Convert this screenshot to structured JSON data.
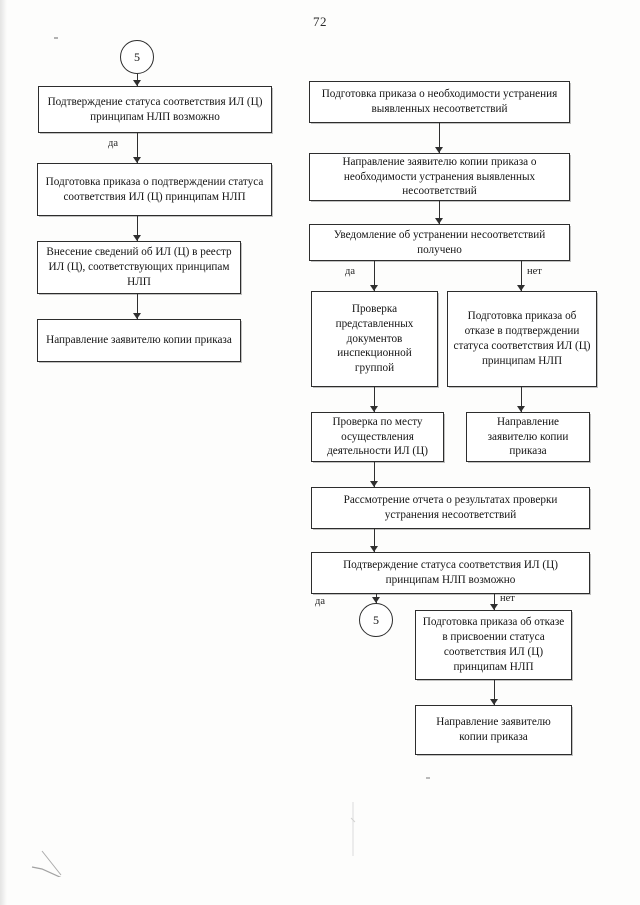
{
  "document": {
    "page_number": "72",
    "type": "flowchart",
    "language": "ru"
  },
  "connectors": {
    "top_left": "5",
    "bottom_right": "5"
  },
  "edge_labels": {
    "yes": "да",
    "no": "нет"
  },
  "left_column": {
    "nodes": [
      {
        "id": "l1",
        "text": "Подтверждение статуса соответствия ИЛ (Ц) принципам НЛП возможно"
      },
      {
        "id": "l2",
        "text": "Подготовка приказа о подтверждении статуса соответствия ИЛ (Ц) принципам НЛП"
      },
      {
        "id": "l3",
        "text": "Внесение сведений об ИЛ (Ц) в реестр ИЛ (Ц), соответствующих принципам НЛП"
      },
      {
        "id": "l4",
        "text": "Направление заявителю копии приказа"
      }
    ]
  },
  "right_column": {
    "nodes": [
      {
        "id": "r1",
        "text": "Подготовка приказа о необходимости устранения выявленных несоответствий"
      },
      {
        "id": "r2",
        "text": "Направление заявителю копии приказа о необходимости устранения выявленных несоответствий"
      },
      {
        "id": "r3",
        "text": "Уведомление об устранении несоответствий получено"
      },
      {
        "id": "r4a",
        "text": "Проверка представленных документов инспекционной группой"
      },
      {
        "id": "r4b",
        "text": "Подготовка приказа об отказе в подтверждении статуса соответствия ИЛ (Ц) принципам НЛП"
      },
      {
        "id": "r5a",
        "text": "Проверка по месту осуществления деятельности ИЛ (Ц)"
      },
      {
        "id": "r5b",
        "text": "Направление заявителю копии приказа"
      },
      {
        "id": "r6",
        "text": "Рассмотрение отчета о результатах проверки устранения несоответствий"
      },
      {
        "id": "r7",
        "text": "Подтверждение статуса соответствия ИЛ (Ц) принципам НЛП возможно"
      },
      {
        "id": "r8",
        "text": "Подготовка приказа об отказе в присвоении статуса соответствия ИЛ (Ц) принципам НЛП"
      },
      {
        "id": "r9",
        "text": "Направление заявителю копии приказа"
      }
    ]
  }
}
